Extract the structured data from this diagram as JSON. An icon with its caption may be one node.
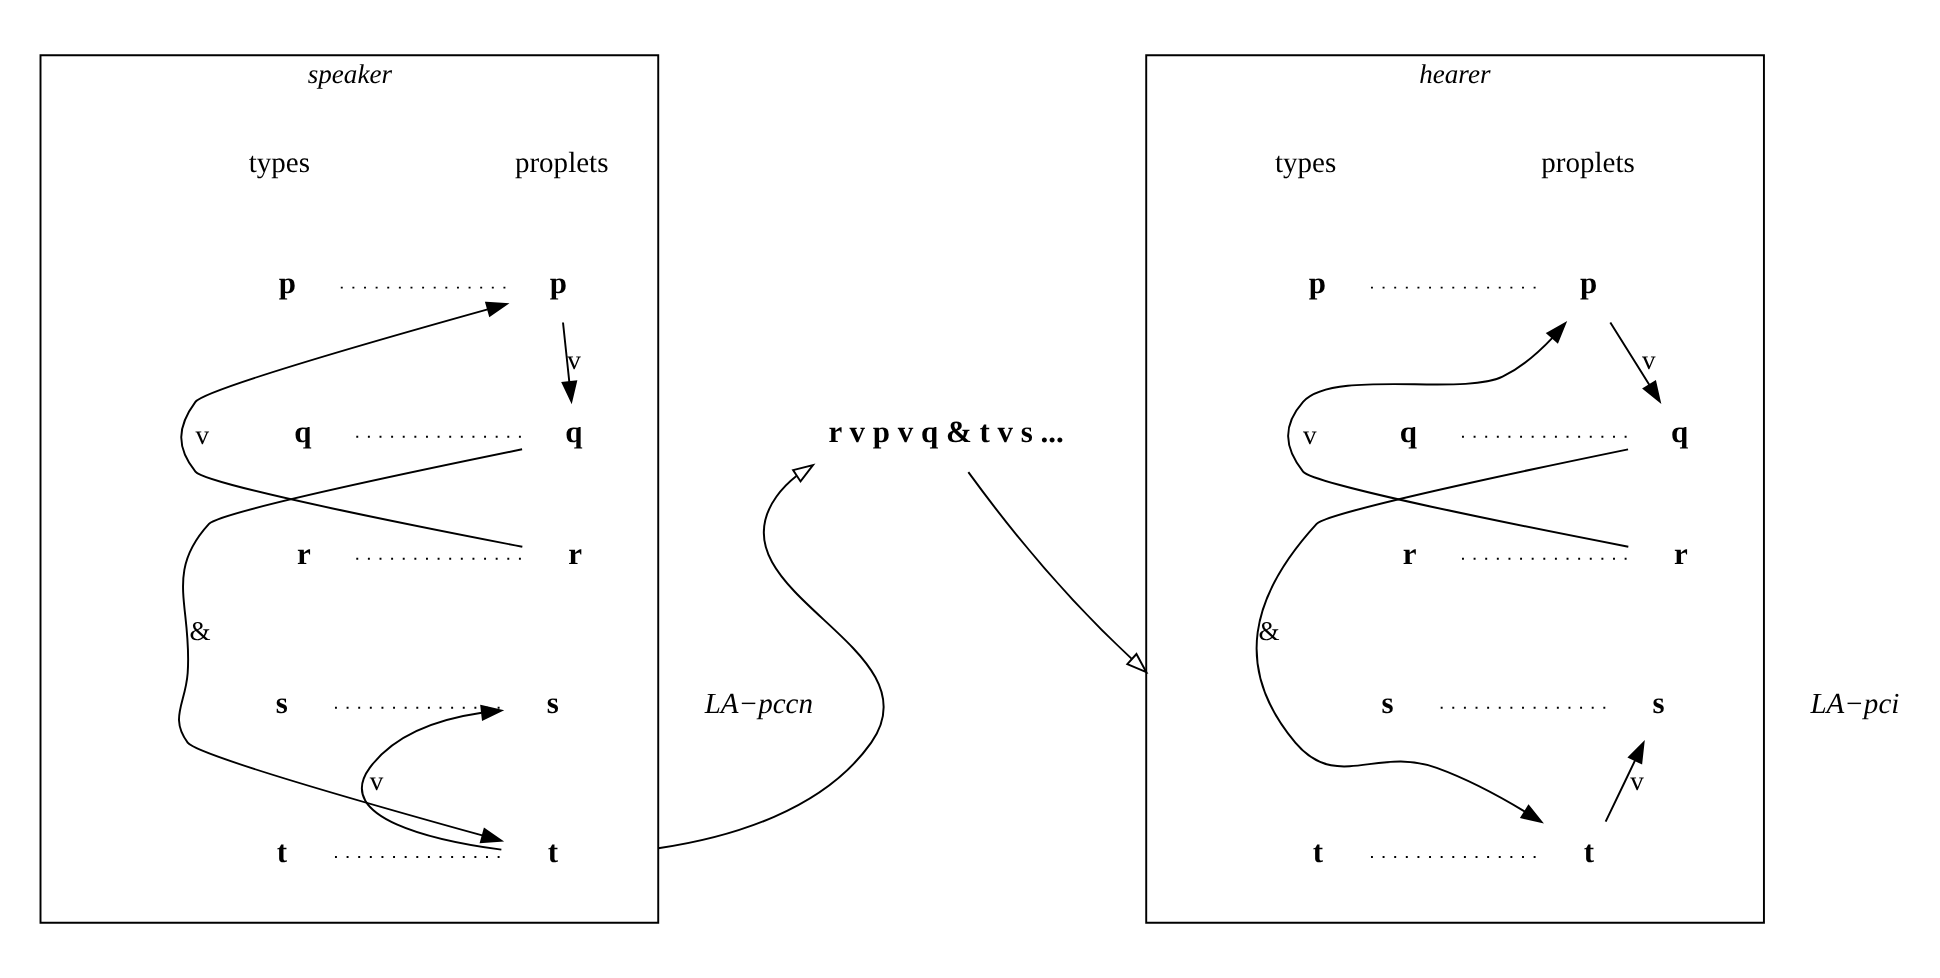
{
  "diagram": {
    "nodes": [
      {
        "text": [
          "speaker"
        ],
        "beside": [
          "LA−pccn"
        ]
      },
      {
        "text": [
          "p"
        ],
        "in": 0
      },
      {
        "text": [
          "q"
        ],
        "in": 0
      },
      {
        "text": [
          "r"
        ],
        "in": 0
      },
      {
        "text": [
          "s"
        ],
        "in": 0
      },
      {
        "text": [
          "t"
        ],
        "in": 0
      },
      {
        "text": [
          "p"
        ],
        "in": 0
      },
      {
        "text": [
          "q"
        ],
        "in": 0
      },
      {
        "text": [
          "r"
        ],
        "in": 0
      },
      {
        "text": [
          "s"
        ],
        "in": 0
      },
      {
        "text": [
          "t"
        ],
        "in": 0
      },
      {
        "text": [
          "r v p v q & t v s ..."
        ]
      },
      {
        "text": [
          "hearer"
        ],
        "beside": [
          "LA−pci"
        ]
      },
      {
        "text": [
          "p"
        ],
        "in": 12
      },
      {
        "text": [
          "q"
        ],
        "in": 12
      },
      {
        "text": [
          "r"
        ],
        "in": 12
      },
      {
        "text": [
          "s"
        ],
        "in": 12
      },
      {
        "text": [
          "t"
        ],
        "in": 12
      },
      {
        "text": [
          "p"
        ],
        "in": 12
      },
      {
        "text": [
          "q"
        ],
        "in": 12
      },
      {
        "text": [
          "r"
        ],
        "in": 12
      },
      {
        "text": [
          "s"
        ],
        "in": 12
      },
      {
        "text": [
          "t"
        ],
        "in": 12
      }
    ],
    "edges": [
      {
        "from": 1,
        "to": 6,
        "arrow": "none",
        "style": "dashed"
      },
      {
        "from": 2,
        "to": 7,
        "arrow": "none",
        "style": "dashed"
      },
      {
        "from": 3,
        "to": 8,
        "arrow": "none",
        "style": "dashed"
      },
      {
        "from": 4,
        "to": 9,
        "arrow": "none",
        "style": "dashed"
      },
      {
        "from": 5,
        "to": 10,
        "arrow": "none",
        "style": "dashed"
      },
      {
        "from": 8,
        "to": 6,
        "arrow": "to",
        "label": "v"
      },
      {
        "from": 6,
        "to": 7,
        "arrow": "to",
        "label": "v"
      },
      {
        "from": 7,
        "to": 10,
        "arrow": "to",
        "label": "&"
      },
      {
        "from": 10,
        "to": 9,
        "arrow": "to",
        "label": "v"
      },
      {
        "from": 0,
        "to": 11,
        "arrow": "to"
      },
      {
        "from": 11,
        "to": 12,
        "arrow": "to"
      },
      {
        "from": 13,
        "to": 18,
        "arrow": "none",
        "style": "dashed"
      },
      {
        "from": 14,
        "to": 19,
        "arrow": "none",
        "style": "dashed"
      },
      {
        "from": 15,
        "to": 20,
        "arrow": "none",
        "style": "dashed"
      },
      {
        "from": 16,
        "to": 21,
        "arrow": "none",
        "style": "dashed"
      },
      {
        "from": 17,
        "to": 22,
        "arrow": "none",
        "style": "dashed"
      },
      {
        "from": 20,
        "to": 18,
        "arrow": "to",
        "label": "v"
      },
      {
        "from": 18,
        "to": 19,
        "arrow": "to",
        "label": "v"
      },
      {
        "from": 19,
        "to": 22,
        "arrow": "to",
        "label": "&"
      },
      {
        "from": 22,
        "to": 21,
        "arrow": "to",
        "label": "v"
      }
    ],
    "labels": [
      "types",
      "proplets",
      "types",
      "proplets"
    ]
  }
}
